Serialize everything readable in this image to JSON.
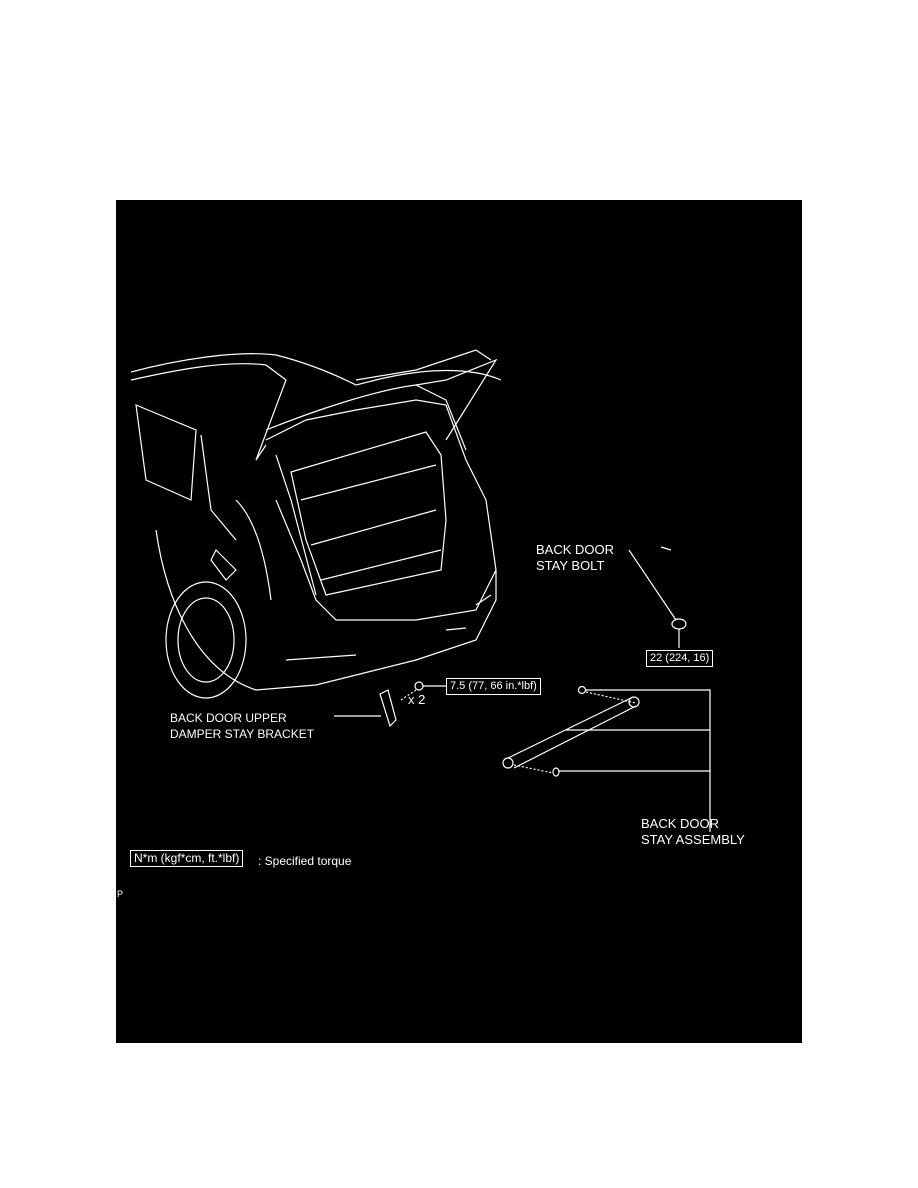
{
  "labels": {
    "stay_bolt": [
      "BACK DOOR",
      "STAY BOLT"
    ],
    "upper_bracket": [
      "BACK DOOR UPPER",
      "DAMPER STAY BRACKET"
    ],
    "stay_assembly": [
      "BACK DOOR",
      "STAY ASSEMBLY"
    ]
  },
  "torques": {
    "bracket_bolt": "7.5 (77, 66 in.*lbf)",
    "stay_bolt": "22 (224, 16)"
  },
  "quantity": "x 2",
  "legend": {
    "unit_box": "N*m (kgf*cm, ft.*lbf)",
    "description": ": Specified torque"
  },
  "corner_mark": "P"
}
